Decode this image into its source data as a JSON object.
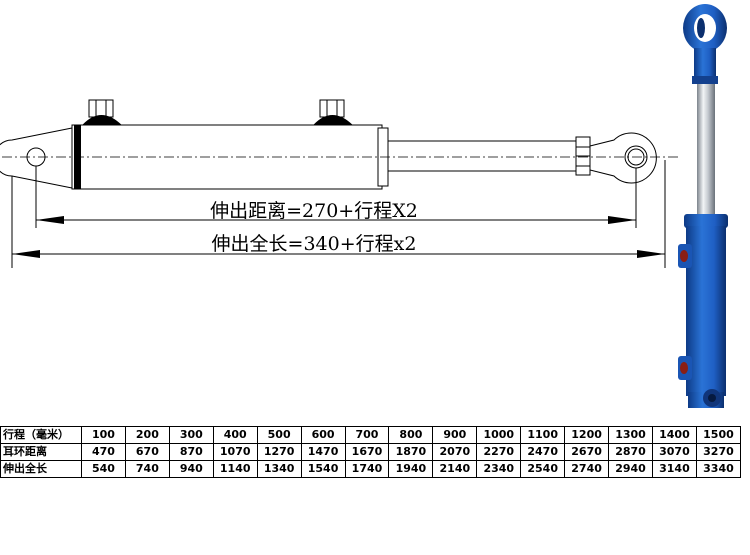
{
  "labels": {
    "extension_distance": "伸出距离=270+行程X2",
    "extended_length": "伸出全长=340+行程x2"
  },
  "photo": {
    "cylinder_color": "#1f5fc4",
    "rod_color": "#c9ced6",
    "subject": "hydraulic-cylinder-photo"
  },
  "table": {
    "rows": [
      {
        "label": "行程（毫米）",
        "values": [
          "100",
          "200",
          "300",
          "400",
          "500",
          "600",
          "700",
          "800",
          "900",
          "1000",
          "1100",
          "1200",
          "1300",
          "1400",
          "1500"
        ]
      },
      {
        "label": "耳环距离",
        "values": [
          "470",
          "670",
          "870",
          "1070",
          "1270",
          "1470",
          "1670",
          "1870",
          "2070",
          "2270",
          "2470",
          "2670",
          "2870",
          "3070",
          "3270"
        ]
      },
      {
        "label": "伸出全长",
        "values": [
          "540",
          "740",
          "940",
          "1140",
          "1340",
          "1540",
          "1740",
          "1940",
          "2140",
          "2340",
          "2540",
          "2740",
          "2940",
          "3140",
          "3340"
        ]
      }
    ]
  }
}
